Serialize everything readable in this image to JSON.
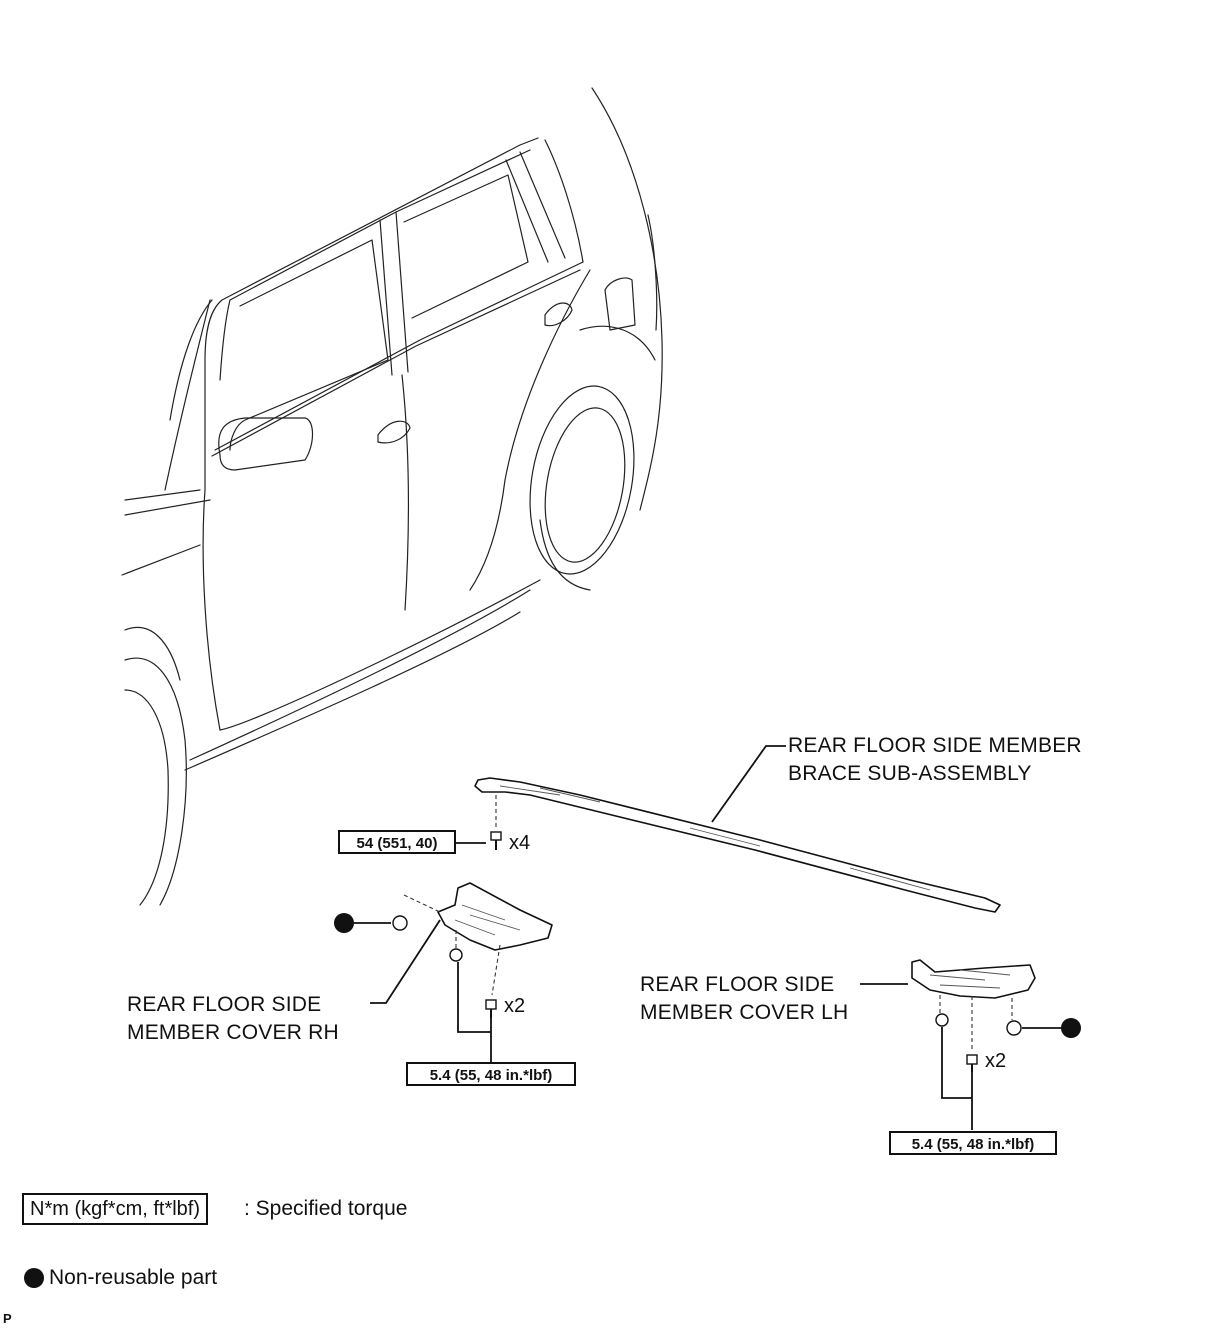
{
  "labels": {
    "brace": "REAR FLOOR SIDE MEMBER\nBRACE SUB-ASSEMBLY",
    "cover_rh": "REAR FLOOR SIDE\nMEMBER COVER RH",
    "cover_lh": "REAR FLOOR SIDE\nMEMBER COVER LH"
  },
  "torques": {
    "brace_bolt": "54 (551, 40)",
    "rh_bolt": "5.4 (55, 48 in.*lbf)",
    "lh_bolt": "5.4 (55, 48 in.*lbf)"
  },
  "quantities": {
    "brace_bolt": "x4",
    "rh_bolt": "x2",
    "lh_bolt": "x2"
  },
  "legend": {
    "torque_unit": "N*m (kgf*cm, ft*lbf)",
    "torque_text": ": Specified torque",
    "nonreusable_text": "Non-reusable part"
  },
  "corner_mark": "P"
}
